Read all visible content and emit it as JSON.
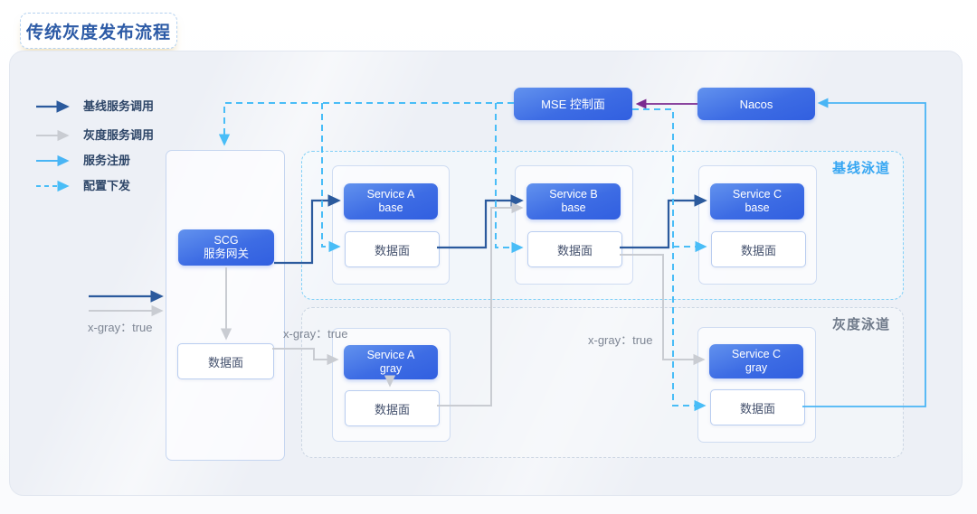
{
  "title": "传统灰度发布流程",
  "legend": {
    "items": [
      {
        "label": "基线服务调用",
        "type": "base-call",
        "color": "#2b5a9d",
        "style": "solid"
      },
      {
        "label": "灰度服务调用",
        "type": "gray-call",
        "color": "#c9ccd2",
        "style": "solid"
      },
      {
        "label": "服务注册",
        "type": "service-register",
        "color": "#49b5f5",
        "style": "solid"
      },
      {
        "label": "配置下发",
        "type": "config-push",
        "color": "#49bdf7",
        "style": "dashed"
      }
    ]
  },
  "control_plane": {
    "mse_label": "MSE 控制面",
    "nacos_label": "Nacos"
  },
  "gateway": {
    "title_line1": "SCG",
    "title_line2": "服务网关",
    "data_plane_label": "数据面"
  },
  "lanes": {
    "base_label": "基线泳道",
    "gray_label": "灰度泳道"
  },
  "services": [
    {
      "id": "service-a-base",
      "line1": "Service A",
      "line2": "base",
      "data_plane": "数据面"
    },
    {
      "id": "service-b-base",
      "line1": "Service B",
      "line2": "base",
      "data_plane": "数据面"
    },
    {
      "id": "service-c-base",
      "line1": "Service C",
      "line2": "base",
      "data_plane": "数据面"
    },
    {
      "id": "service-a-gray",
      "line1": "Service A",
      "line2": "gray",
      "data_plane": "数据面"
    },
    {
      "id": "service-c-gray",
      "line1": "Service C",
      "line2": "gray",
      "data_plane": "数据面"
    }
  ],
  "annotations": {
    "x_gray_label": "x-gray：true"
  },
  "connections": [
    {
      "from": "inbound-traffic",
      "to": "scg-gateway",
      "type": "base-call"
    },
    {
      "from": "inbound-traffic",
      "to": "scg-gateway",
      "type": "gray-call"
    },
    {
      "from": "scg-gateway",
      "to": "scg-data-plane",
      "type": "gray-call"
    },
    {
      "from": "scg-gateway",
      "to": "service-a-base",
      "type": "base-call"
    },
    {
      "from": "service-a-base-data-plane",
      "to": "service-b-base",
      "type": "base-call"
    },
    {
      "from": "service-b-base-data-plane",
      "to": "service-c-base",
      "type": "base-call"
    },
    {
      "from": "scg-data-plane",
      "to": "service-a-gray",
      "type": "gray-call"
    },
    {
      "from": "service-a-gray",
      "to": "service-a-gray-data-plane",
      "type": "gray-call"
    },
    {
      "from": "service-a-gray-data-plane",
      "to": "service-b-base",
      "type": "gray-call"
    },
    {
      "from": "service-b-base-data-plane",
      "to": "service-c-gray",
      "type": "gray-call"
    },
    {
      "from": "service-c-gray-data-plane",
      "to": "nacos",
      "type": "service-register"
    },
    {
      "from": "nacos",
      "to": "mse-control-plane",
      "type": "sync"
    },
    {
      "from": "mse-control-plane",
      "to": "scg-gateway",
      "type": "config-push"
    },
    {
      "from": "mse-control-plane",
      "to": "service-a-base-data-plane",
      "type": "config-push"
    },
    {
      "from": "mse-control-plane",
      "to": "service-b-base-data-plane",
      "type": "config-push"
    },
    {
      "from": "mse-control-plane",
      "to": "service-c-base-data-plane",
      "type": "config-push"
    },
    {
      "from": "mse-control-plane",
      "to": "service-c-gray-data-plane",
      "type": "config-push"
    }
  ],
  "colors": {
    "base_call": "#2b5a9d",
    "gray_call": "#c9ccd2",
    "service_register": "#49b5f5",
    "config_push": "#49bdf7",
    "sync_purple": "#7b2b90",
    "node_blue_top": "#6292ee",
    "node_blue_bottom": "#315fe0",
    "lane_base_label": "#36a6f2",
    "lane_gray_label": "#6f7a8a",
    "title_text": "#2d5ba6"
  }
}
